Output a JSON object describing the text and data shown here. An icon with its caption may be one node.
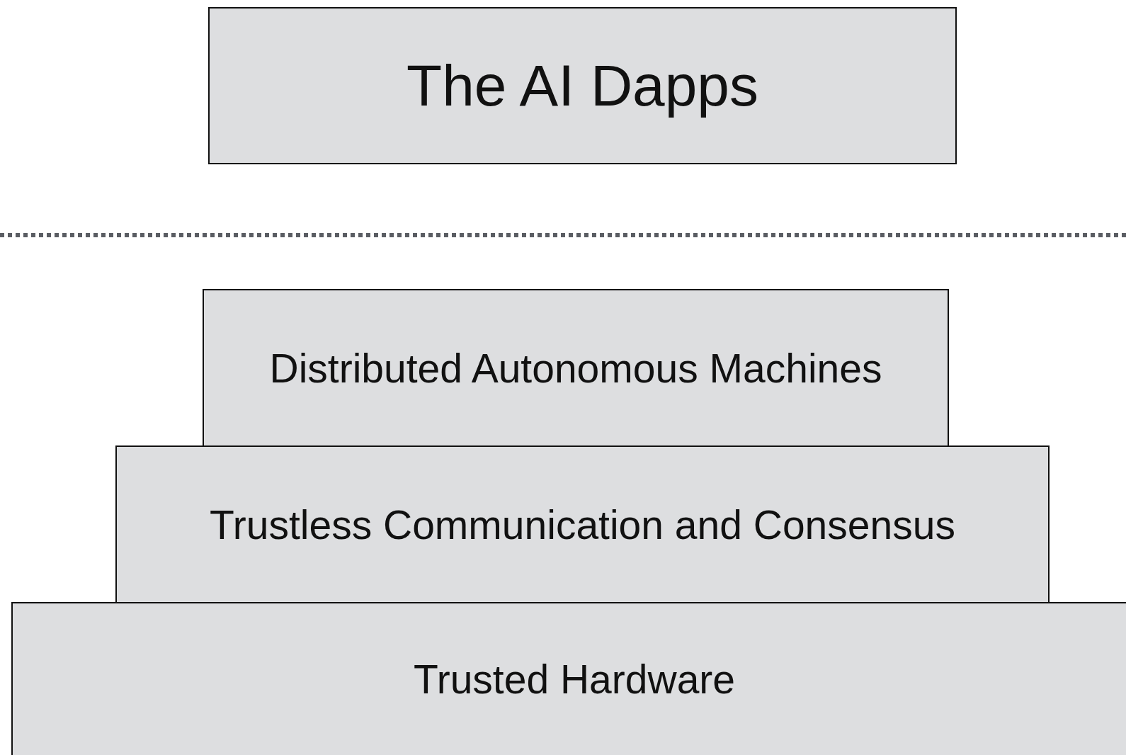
{
  "diagram": {
    "nodes": [
      {
        "text": [
          "The AI Dapps"
        ]
      },
      {
        "text": [
          "Distributed Autonomous Machines"
        ]
      },
      {
        "text": [
          "Trustless Communication and Consensus"
        ]
      },
      {
        "text": [
          "Trusted Hardware"
        ]
      }
    ]
  }
}
